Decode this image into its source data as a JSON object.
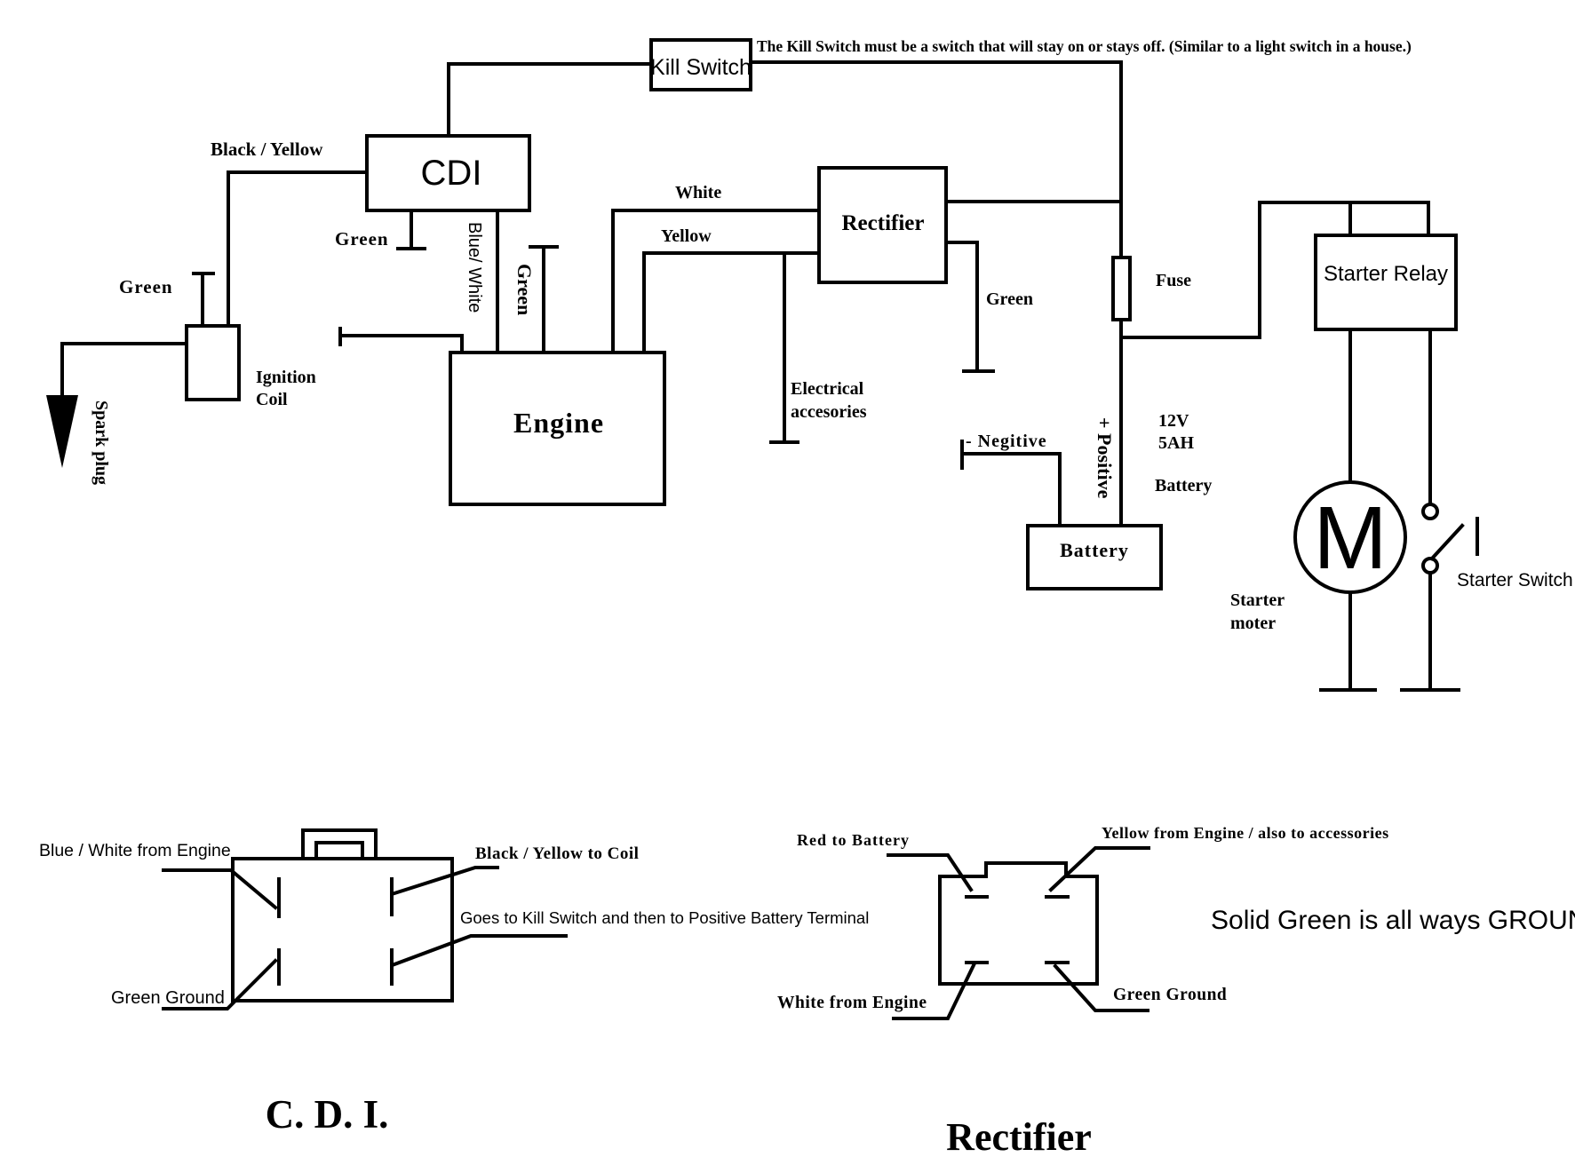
{
  "components": {
    "kill_switch": "Kill Switch",
    "cdi": "CDI",
    "rectifier": "Rectifier",
    "engine": "Engine",
    "fuse": "Fuse",
    "starter_relay": "Starter Relay",
    "battery": "Battery",
    "ignition_coil_1": "Ignition",
    "ignition_coil_2": "Coil",
    "spark_plug": "Spark plug",
    "starter_motor_1": "Starter",
    "starter_motor_2": "moter",
    "starter_motor_symbol": "M",
    "starter_switch": "Starter Switch"
  },
  "wires": {
    "black_yellow": "Black / Yellow",
    "green_cdi": "Green",
    "green_coil": "Green",
    "blue_white": "Blue/ White",
    "green_engine": "Green",
    "white": "White",
    "yellow": "Yellow",
    "green_rectifier": "Green",
    "electrical_1": "Electrical",
    "electrical_2": "accesories"
  },
  "battery_info": {
    "voltage": "12V",
    "capacity": "5AH",
    "label": "Battery",
    "negative": "- Negitive",
    "positive": "+ Positive"
  },
  "notes": {
    "kill_switch_note": "The Kill Switch must be a switch that will stay on or stays off.  (Similar to a light switch in a house.)",
    "ground_note": "Solid Green is all ways GROUND"
  },
  "cdi_detail": {
    "title": "C. D. I.",
    "blue_white": "Blue / White from Engine",
    "black_yellow": "Black / Yellow to Coil",
    "kill_switch": "Goes to Kill Switch and then to Positive Battery Terminal",
    "green_ground": "Green Ground"
  },
  "rectifier_detail": {
    "title": "Rectifier",
    "red": "Red to Battery",
    "yellow": "Yellow from Engine / also to accessories",
    "white": "White from Engine",
    "green_ground": "Green Ground"
  }
}
